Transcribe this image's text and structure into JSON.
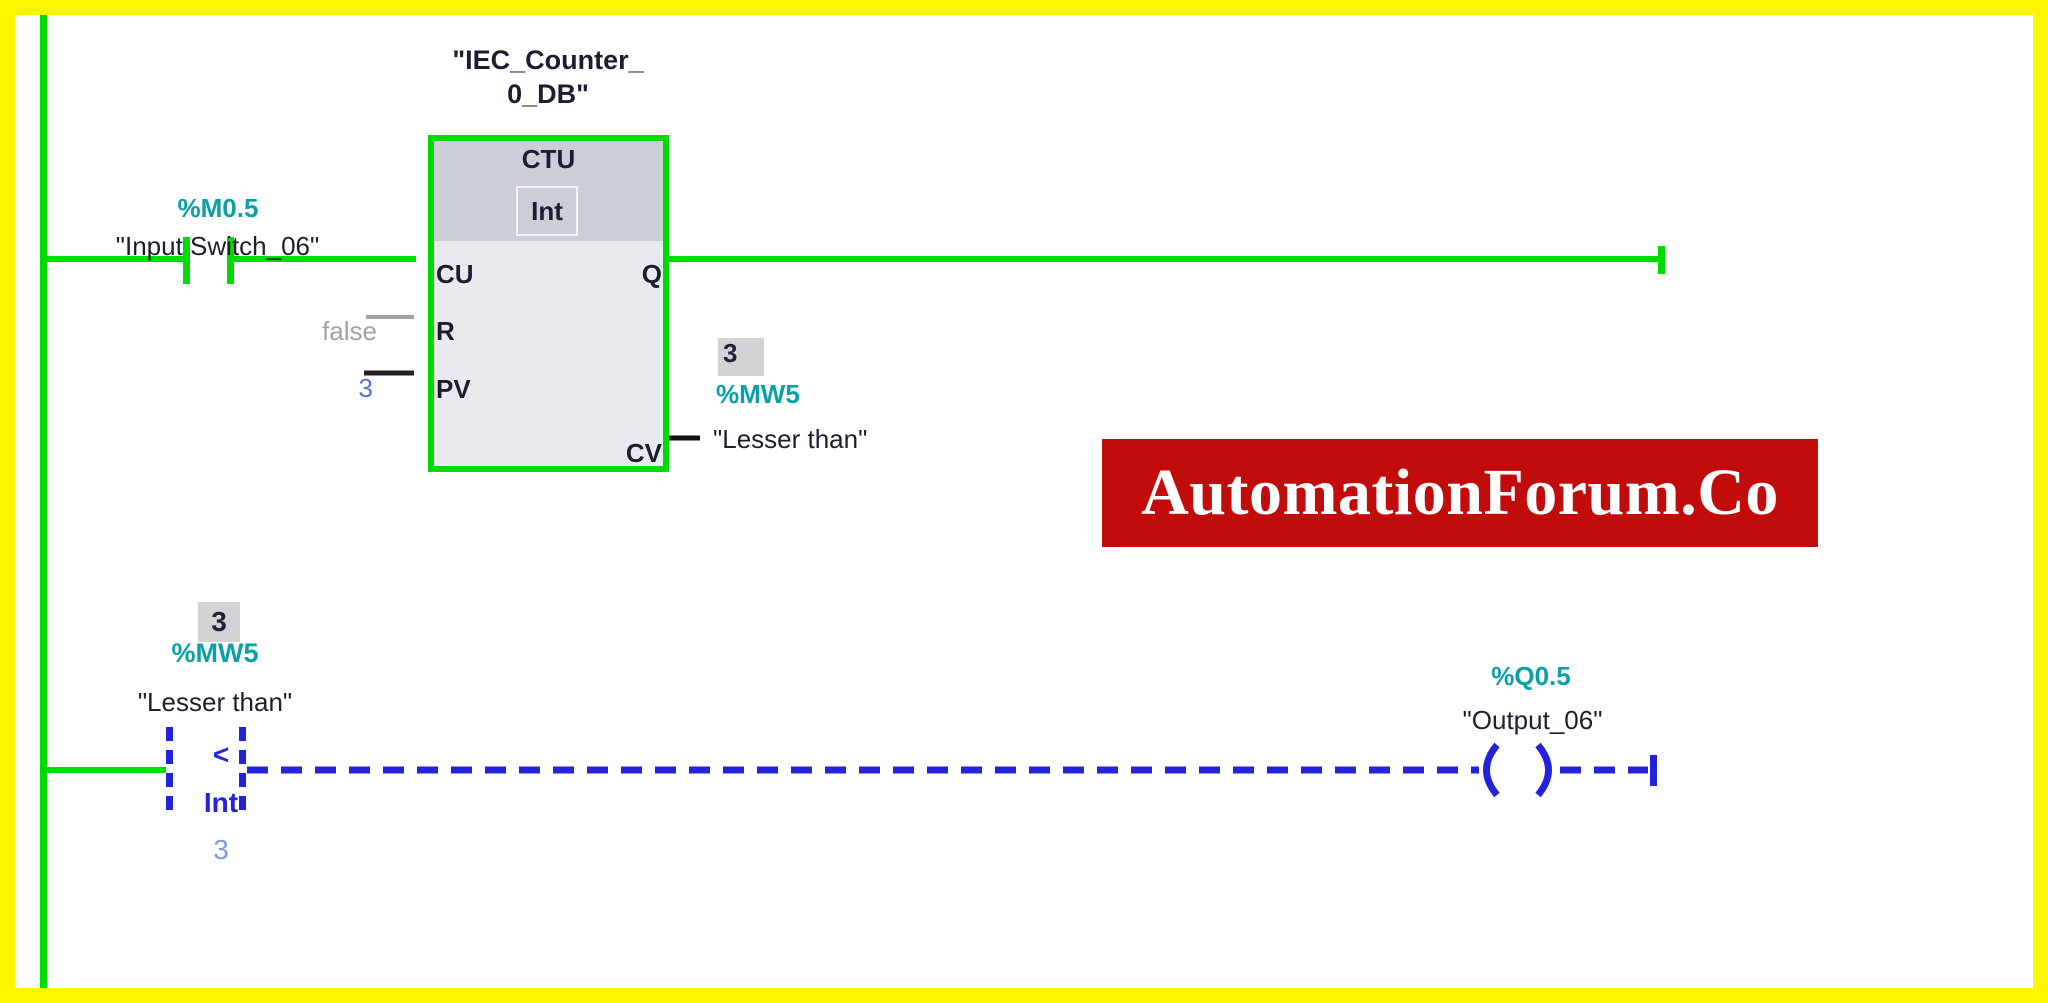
{
  "watermark": {
    "text": "AutomationForum.Co"
  },
  "rung1": {
    "instance_name": {
      "line1": "\"IEC_Counter_",
      "line2": "0_DB\""
    },
    "contact": {
      "address": "%M0.5",
      "name": "\"Input Switch_06\""
    },
    "block": {
      "title": "CTU",
      "data_type": "Int",
      "pin_cu": "CU",
      "pin_r": "R",
      "pin_pv": "PV",
      "pin_q": "Q",
      "pin_cv": "CV",
      "r_operand": "false",
      "pv_operand": "3"
    },
    "cv_operand": {
      "value": "3",
      "address": "%MW5",
      "name": "\"Lesser than\""
    }
  },
  "rung2": {
    "compare": {
      "value": "3",
      "address": "%MW5",
      "name": "\"Lesser than\"",
      "operator": "<",
      "data_type": "Int",
      "reference": "3"
    },
    "coil": {
      "address": "%Q0.5",
      "name": "\"Output_06\""
    }
  },
  "colors": {
    "frame_yellow": "#FFF500",
    "energized_green": "#00DC00",
    "inactive_blue": "#2323DC",
    "address_teal": "#0BA0A6",
    "operand_gray": "#A2A2A4",
    "value_box_gray": "#D3D3D5",
    "block_body": "#E9EAEE",
    "block_header": "#CBCDD7",
    "banner_red": "#C20B0B"
  }
}
